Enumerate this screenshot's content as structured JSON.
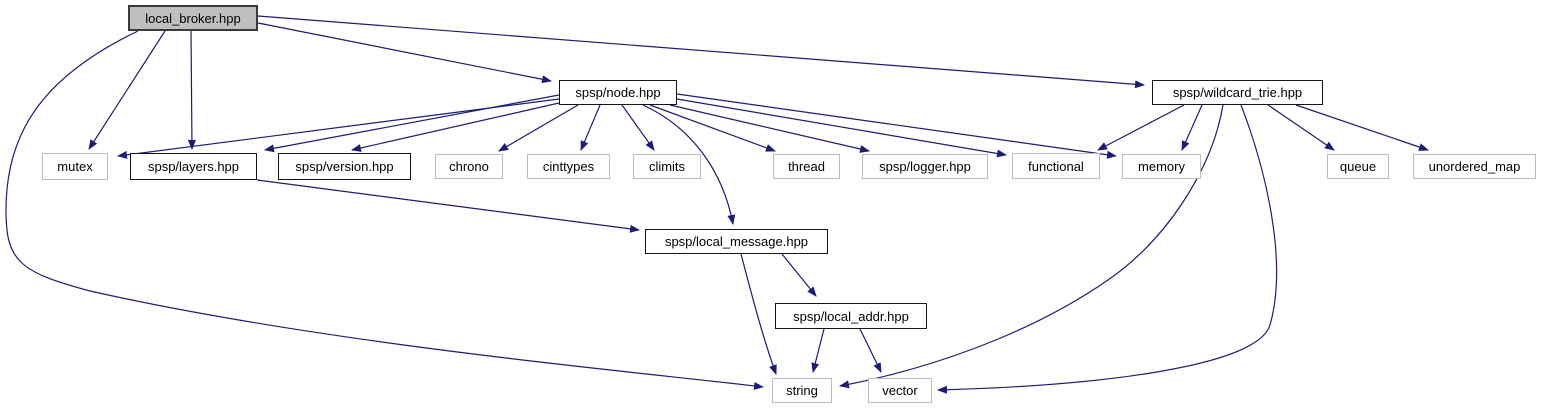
{
  "diagram": {
    "kind": "include-dependency-graph",
    "background_color": "#ffffff",
    "edge_color": "#1c1c74",
    "focus_fill_color": "#bfbfbf",
    "nodes": [
      {
        "id": "local_broker",
        "label": "local_broker.hpp",
        "type": "focus"
      },
      {
        "id": "node",
        "label": "spsp/node.hpp",
        "type": "project"
      },
      {
        "id": "wildcard_trie",
        "label": "spsp/wildcard_trie.hpp",
        "type": "project"
      },
      {
        "id": "mutex",
        "label": "mutex",
        "type": "external"
      },
      {
        "id": "layers",
        "label": "spsp/layers.hpp",
        "type": "project"
      },
      {
        "id": "version",
        "label": "spsp/version.hpp",
        "type": "project"
      },
      {
        "id": "chrono",
        "label": "chrono",
        "type": "external"
      },
      {
        "id": "cinttypes",
        "label": "cinttypes",
        "type": "external"
      },
      {
        "id": "climits",
        "label": "climits",
        "type": "external"
      },
      {
        "id": "thread",
        "label": "thread",
        "type": "external"
      },
      {
        "id": "logger",
        "label": "spsp/logger.hpp",
        "type": "external"
      },
      {
        "id": "functional",
        "label": "functional",
        "type": "external"
      },
      {
        "id": "memory",
        "label": "memory",
        "type": "external"
      },
      {
        "id": "queue",
        "label": "queue",
        "type": "external"
      },
      {
        "id": "unordered_map",
        "label": "unordered_map",
        "type": "external"
      },
      {
        "id": "local_message",
        "label": "spsp/local_message.hpp",
        "type": "project"
      },
      {
        "id": "local_addr",
        "label": "spsp/local_addr.hpp",
        "type": "project"
      },
      {
        "id": "string",
        "label": "string",
        "type": "external"
      },
      {
        "id": "vector",
        "label": "vector",
        "type": "external"
      }
    ],
    "edges": [
      {
        "from": "local_broker",
        "to": "mutex"
      },
      {
        "from": "local_broker",
        "to": "layers"
      },
      {
        "from": "local_broker",
        "to": "node"
      },
      {
        "from": "local_broker",
        "to": "wildcard_trie"
      },
      {
        "from": "local_broker",
        "to": "string"
      },
      {
        "from": "node",
        "to": "mutex"
      },
      {
        "from": "node",
        "to": "layers"
      },
      {
        "from": "node",
        "to": "version"
      },
      {
        "from": "node",
        "to": "chrono"
      },
      {
        "from": "node",
        "to": "cinttypes"
      },
      {
        "from": "node",
        "to": "climits"
      },
      {
        "from": "node",
        "to": "thread"
      },
      {
        "from": "node",
        "to": "logger"
      },
      {
        "from": "node",
        "to": "functional"
      },
      {
        "from": "node",
        "to": "memory"
      },
      {
        "from": "node",
        "to": "local_message"
      },
      {
        "from": "wildcard_trie",
        "to": "functional"
      },
      {
        "from": "wildcard_trie",
        "to": "memory"
      },
      {
        "from": "wildcard_trie",
        "to": "queue"
      },
      {
        "from": "wildcard_trie",
        "to": "unordered_map"
      },
      {
        "from": "wildcard_trie",
        "to": "string"
      },
      {
        "from": "wildcard_trie",
        "to": "vector"
      },
      {
        "from": "layers",
        "to": "local_message"
      },
      {
        "from": "local_message",
        "to": "local_addr"
      },
      {
        "from": "local_message",
        "to": "string"
      },
      {
        "from": "local_addr",
        "to": "string"
      },
      {
        "from": "local_addr",
        "to": "vector"
      }
    ]
  }
}
